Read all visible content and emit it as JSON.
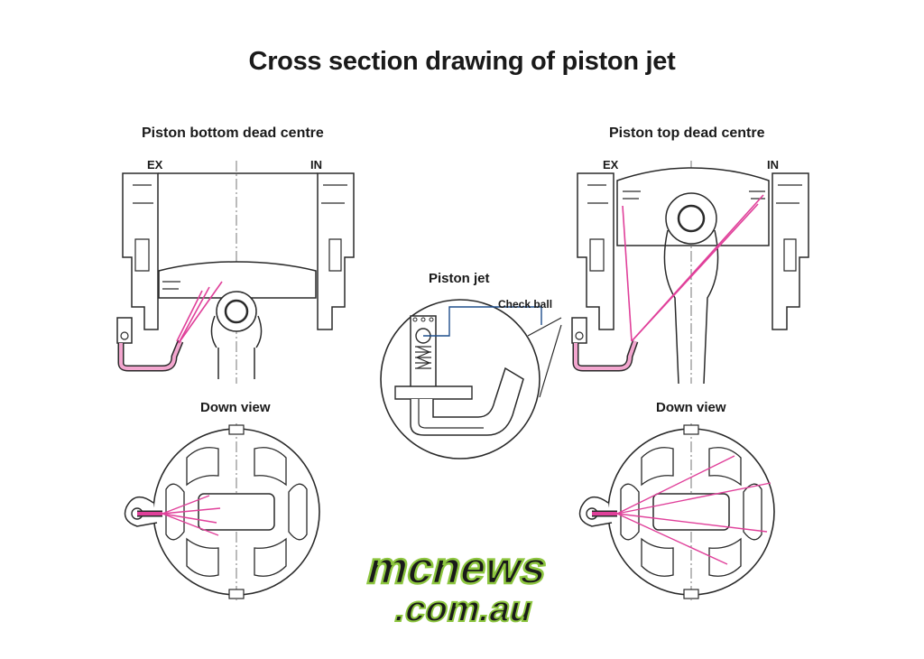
{
  "title": "Cross section drawing of piston jet",
  "labels": {
    "left_heading": "Piston bottom dead centre",
    "right_heading": "Piston top dead centre",
    "left_ex": "EX",
    "left_in": "IN",
    "right_ex": "EX",
    "right_in": "IN",
    "center_heading": "Piston jet",
    "check_ball": "Check ball",
    "left_down_view": "Down view",
    "right_down_view": "Down view"
  },
  "logo": {
    "line1": "mcnews",
    "line2": ".com.au"
  },
  "colors": {
    "line": "#2a2a2a",
    "oil_jet": "#e0409a",
    "oil_fill": "#f3a6cf",
    "callout_line": "#1f4e8c",
    "logo_green": "#8dc63f"
  }
}
